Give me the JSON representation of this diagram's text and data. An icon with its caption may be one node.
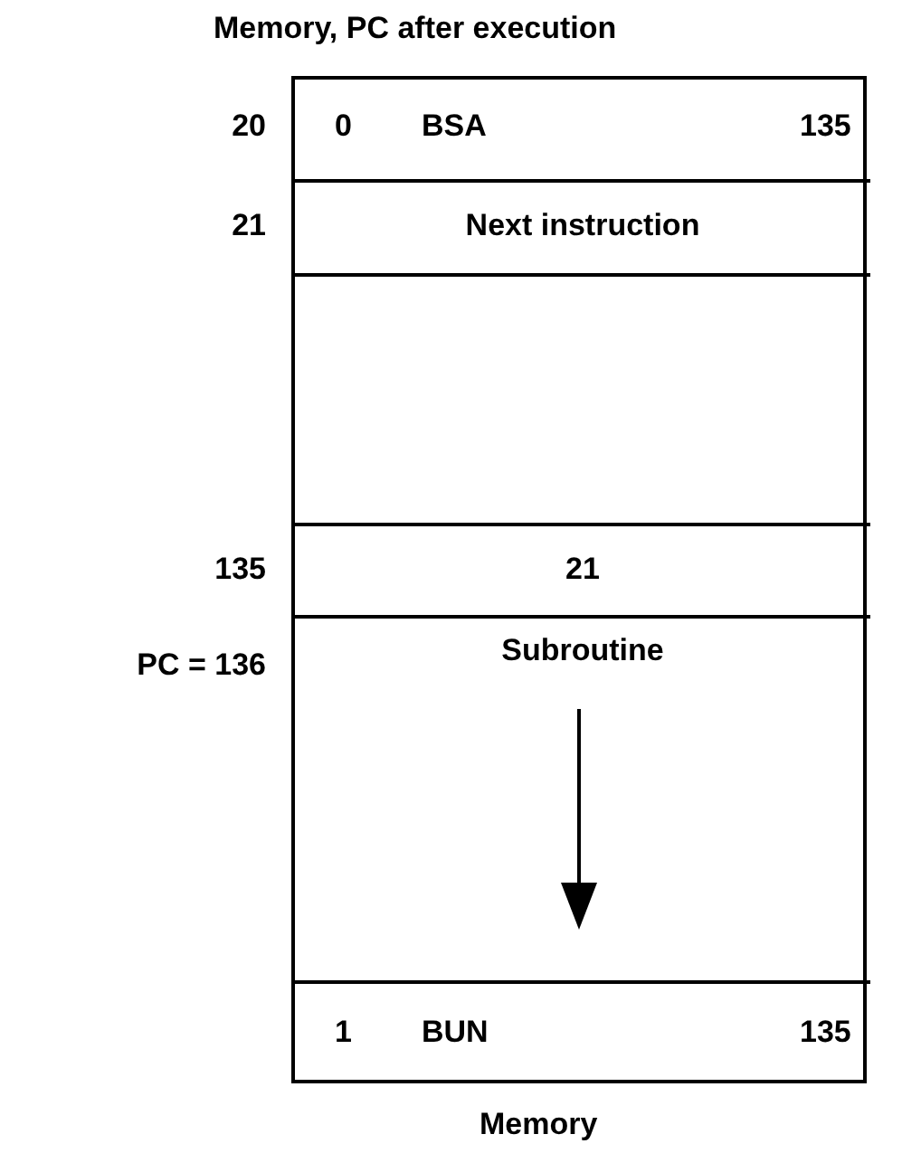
{
  "diagram": {
    "title": "Memory, PC after execution",
    "nodes": [
      {
        "text": [],
        "shape": "box"
      },
      {
        "text": [
          "0",
          "BSA",
          "135"
        ],
        "in": 0,
        "beside": [
          "20"
        ]
      },
      {
        "text": [
          "Next instruction"
        ],
        "in": 0,
        "beside": [
          "21"
        ]
      },
      {
        "text": [],
        "shape": "box",
        "in": 0
      },
      {
        "text": [
          "21"
        ],
        "in": 0,
        "beside": [
          "135"
        ]
      },
      {
        "text": [
          "Subroutine"
        ],
        "in": 0,
        "beside": [
          "PC = 136"
        ]
      },
      {
        "text": [
          "1",
          "BUN",
          "135"
        ],
        "in": 0
      }
    ],
    "edges": [],
    "caption": "Memory"
  }
}
